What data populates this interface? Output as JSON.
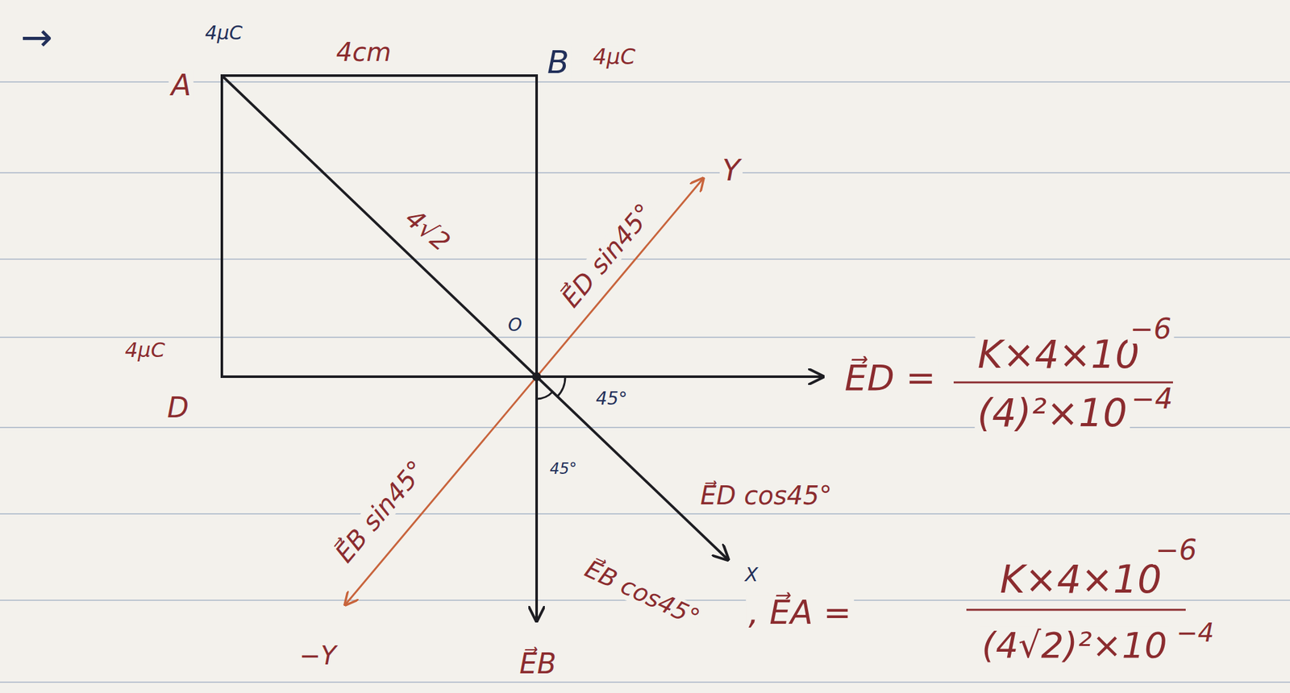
{
  "diagram": {
    "labels": [
      "→",
      "4μC",
      "4cm",
      "A",
      "B",
      "4μC",
      "4√2",
      "E⃗D sin45°",
      "Y",
      "4μC",
      "D",
      "O",
      "45°",
      "45°",
      "E⃗D =",
      "K×4×10",
      "−6",
      "(4)²×10",
      "−4",
      "E⃗B sin45°",
      "E⃗D cos45°",
      "E⃗B cos45°",
      "X",
      ", E⃗A =",
      "K×4×10",
      "−6",
      "(4√2)²×10",
      "−4",
      "−Y",
      "E⃗B"
    ]
  }
}
